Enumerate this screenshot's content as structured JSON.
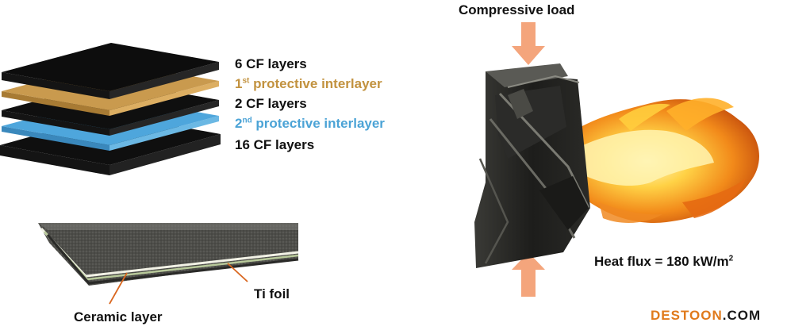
{
  "stack": {
    "layers": [
      {
        "label": "6 CF layers",
        "color": "#0f0f0f"
      },
      {
        "label_main": "1",
        "label_sup": "st",
        "label_rest": " protective interlayer",
        "color": "#c99a4e"
      },
      {
        "label": "2 CF layers",
        "color": "#0f0f0f"
      },
      {
        "label_main": "2",
        "label_sup": "nd",
        "label_rest": " protective interlayer",
        "color": "#4ea6dc"
      },
      {
        "label": "16 CF layers",
        "color": "#0f0f0f"
      }
    ]
  },
  "cross_section": {
    "ceramic_label": "Ceramic layer",
    "ti_label": "Ti foil"
  },
  "test": {
    "load_label": "Compressive load",
    "flux_label": "Heat flux = 180 kW/m",
    "flux_sup": "2",
    "arrow_color": "#f4a57c"
  },
  "watermark": {
    "part_a": "DESTOON",
    "part_b": ".COM"
  }
}
